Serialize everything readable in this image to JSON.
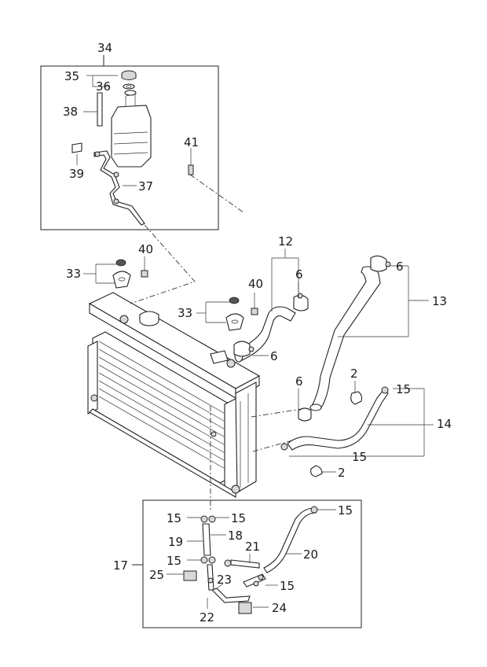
{
  "callouts": {
    "c2a": "2",
    "c2b": "2",
    "c6a": "6",
    "c6b": "6",
    "c6c": "6",
    "c6d": "6",
    "c12": "12",
    "c13": "13",
    "c14": "14",
    "c15a": "15",
    "c15b": "15",
    "c15c": "15",
    "c15d": "15",
    "c15e": "15",
    "c15f": "15",
    "c15g": "15",
    "c17": "17",
    "c18": "18",
    "c19": "19",
    "c20": "20",
    "c21": "21",
    "c22": "22",
    "c23": "23",
    "c24": "24",
    "c25": "25",
    "c33a": "33",
    "c33b": "33",
    "c34": "34",
    "c35": "35",
    "c36": "36",
    "c37": "37",
    "c38": "38",
    "c39": "39",
    "c40a": "40",
    "c40b": "40",
    "c41": "41"
  }
}
